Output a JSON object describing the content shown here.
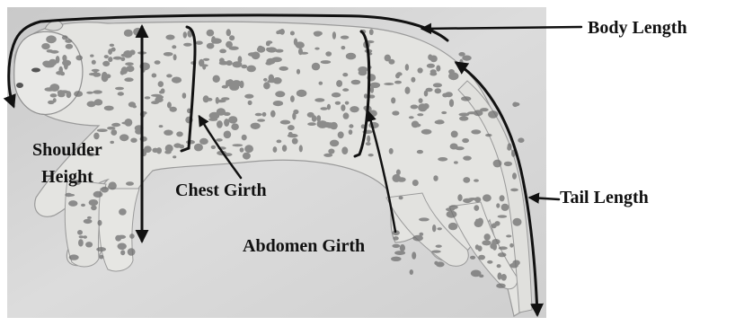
{
  "labels": {
    "body_length": "Body Length",
    "tail_length": "Tail Length",
    "abdomen_girth": "Abdomen Girth",
    "chest_girth": "Chest Girth",
    "shoulder_line1": "Shoulder",
    "shoulder_line2": "Height"
  },
  "colors": {
    "line": "#111111",
    "photo_background": "#d4d4d4",
    "pelt": "#e3e3e0",
    "spot": "#6f6f6f"
  }
}
